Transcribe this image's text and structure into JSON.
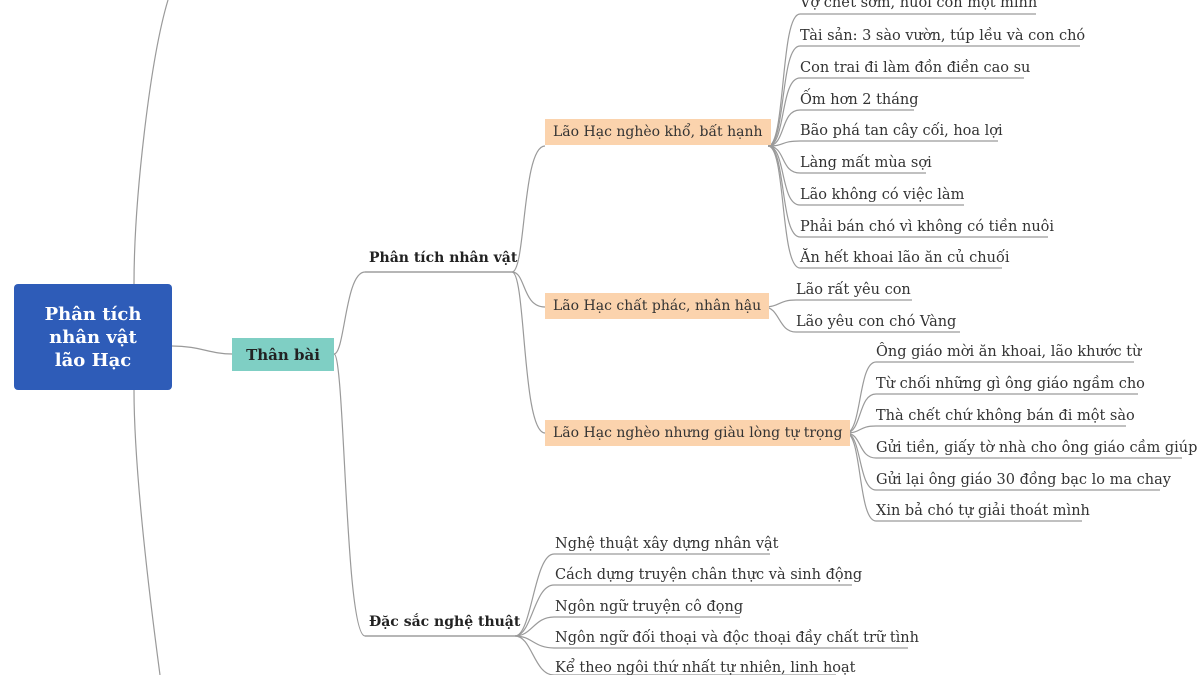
{
  "root": {
    "label": "Phân tích\nnhân vật\nlão Hạc"
  },
  "body_section": {
    "label": "Thân bài"
  },
  "character_analysis": {
    "label": "Phân tích nhân vật",
    "poor_unhappy": {
      "label": "Lão Hạc nghèo khổ, bất hạnh",
      "items": [
        "Vợ chết sớm, nuôi con một mình",
        "Tài sản: 3 sào vườn, túp lều và con chó",
        "Con trai đi làm đồn điền cao su",
        "Ốm hơn 2 tháng",
        "Bão phá tan cây cối, hoa lợi",
        "Làng mất mùa sợi",
        "Lão không có việc làm",
        "Phải bán chó vì không có tiền nuôi",
        "Ăn hết khoai lão ăn củ chuối"
      ]
    },
    "kind_simple": {
      "label": "Lão Hạc chất phác, nhân hậu",
      "items": [
        "Lão rất yêu con",
        "Lão yêu con chó Vàng"
      ]
    },
    "poor_proud": {
      "label": "Lão Hạc nghèo nhưng giàu lòng tự trọng",
      "items": [
        "Ông giáo mời ăn khoai, lão khước từ",
        "Từ chối những gì ông giáo ngầm cho",
        "Thà chết chứ không bán đi một sào",
        "Gửi tiền, giấy tờ nhà cho ông giáo cầm giúp",
        "Gửi lại ông giáo 30 đồng bạc lo ma chay",
        "Xin bả chó tự giải thoát mình"
      ]
    }
  },
  "art_features": {
    "label": "Đặc sắc nghệ thuật",
    "items": [
      "Nghệ thuật xây dựng nhân vật",
      "Cách dựng truyện chân thực và sinh động",
      "Ngôn ngữ truyện cô đọng",
      "Ngôn ngữ đối thoại và độc thoại đầy chất trữ tình",
      "Kể theo ngôi thứ nhất tự nhiên, linh hoạt"
    ]
  },
  "colors": {
    "root_fill": "#2e5cb8",
    "level1_fill": "#7fcfc4",
    "level3_fill": "#fbd3ad",
    "line": "#9a9a9a"
  }
}
